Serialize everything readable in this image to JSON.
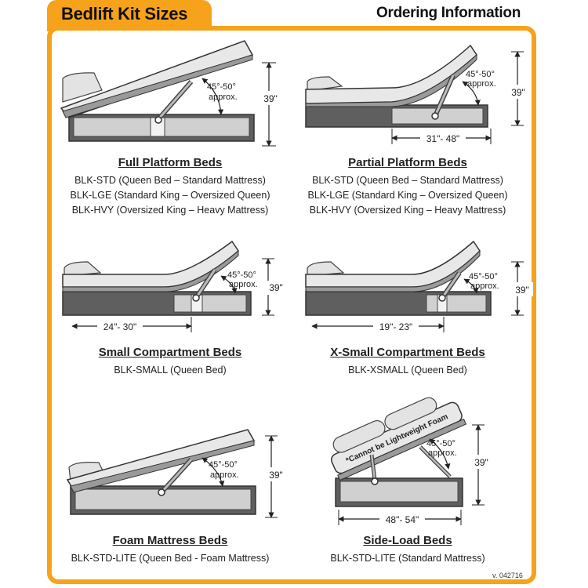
{
  "header": {
    "tab_title": "Bedlift Kit Sizes",
    "ordering_title": "Ordering Information"
  },
  "sections": [
    {
      "title": "Full Platform Beds",
      "lines": [
        "BLK-STD (Queen Bed – Standard Mattress)",
        "BLK-LGE (Standard King – Oversized Queen)",
        "BLK-HVY (Oversized King – Heavy Mattress)"
      ],
      "angle_line1": "45°-50°",
      "angle_line2": "approx.",
      "height": "39\"",
      "width": ""
    },
    {
      "title": "Partial Platform Beds",
      "lines": [
        "BLK-STD (Queen Bed – Standard Mattress)",
        "BLK-LGE (Standard King – Oversized Queen)",
        "BLK-HVY (Oversized King – Heavy Mattress)"
      ],
      "angle_line1": "45°-50°",
      "angle_line2": "approx.",
      "height": "39\"",
      "width": "31\"- 48\""
    },
    {
      "title": "Small Compartment Beds",
      "lines": [
        "BLK-SMALL (Queen Bed)"
      ],
      "angle_line1": "45°-50°",
      "angle_line2": "approx.",
      "height": "39\"",
      "width": "24\"- 30\""
    },
    {
      "title": "X-Small Compartment Beds",
      "lines": [
        "BLK-XSMALL (Queen Bed)"
      ],
      "angle_line1": "45°-50°",
      "angle_line2": "approx.",
      "height": "39\"",
      "width": "19\"- 23\""
    },
    {
      "title": "Foam Mattress Beds",
      "lines": [
        "BLK-STD-LITE (Queen Bed - Foam Mattress)"
      ],
      "angle_line1": "45°-50°",
      "angle_line2": "approx.",
      "height": "39\"",
      "width": ""
    },
    {
      "title": "Side-Load Beds",
      "lines": [
        "BLK-STD-LITE (Standard Mattress)"
      ],
      "angle_line1": "45°-50°",
      "angle_line2": "approx.",
      "height": "39\"",
      "width": "48\"- 54\"",
      "mattress_note": "*Cannot be Lightweight Foam"
    }
  ],
  "footer": {
    "version": "v. 042716"
  },
  "colors": {
    "accent": "#f7a21b",
    "base_dark": "#5f5f5f",
    "mattress": "#e6e6e6"
  }
}
